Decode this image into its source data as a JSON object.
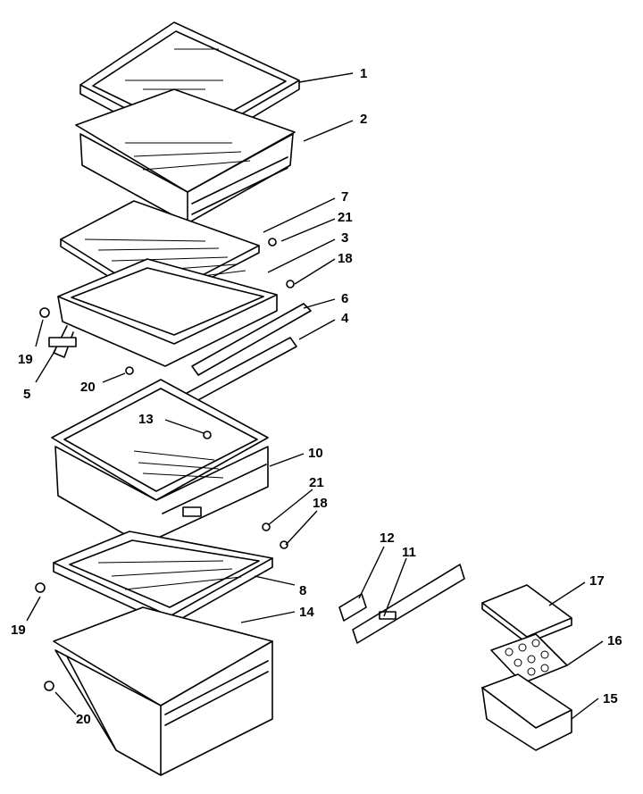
{
  "callouts": {
    "c1": "1",
    "c2": "2",
    "c7": "7",
    "c21a": "21",
    "c3": "3",
    "c18a": "18",
    "c6": "6",
    "c4": "4",
    "c19a": "19",
    "c5": "5",
    "c20a": "20",
    "c13": "13",
    "c10": "10",
    "c21b": "21",
    "c18b": "18",
    "c12": "12",
    "c11": "11",
    "c17": "17",
    "c8": "8",
    "c19b": "19",
    "c14": "14",
    "c16": "16",
    "c20b": "20",
    "c15": "15"
  },
  "parts": [
    {
      "id": "1",
      "part": "glass-shelf-cover"
    },
    {
      "id": "2",
      "part": "upper-crisper-pan"
    },
    {
      "id": "3",
      "part": "shelf-frame"
    },
    {
      "id": "4",
      "part": "rail"
    },
    {
      "id": "5",
      "part": "shelf-support"
    },
    {
      "id": "6",
      "part": "rail"
    },
    {
      "id": "7",
      "part": "glass-shelf"
    },
    {
      "id": "8",
      "part": "crisper-cover-frame"
    },
    {
      "id": "10",
      "part": "meat-pan"
    },
    {
      "id": "11",
      "part": "control-bracket"
    },
    {
      "id": "12",
      "part": "control-slide"
    },
    {
      "id": "13",
      "part": "screw"
    },
    {
      "id": "14",
      "part": "crisper-pan"
    },
    {
      "id": "15",
      "part": "egg-container"
    },
    {
      "id": "16",
      "part": "egg-tray"
    },
    {
      "id": "17",
      "part": "egg-container-lid"
    },
    {
      "id": "18",
      "part": "clip"
    },
    {
      "id": "19",
      "part": "screw"
    },
    {
      "id": "20",
      "part": "screw"
    },
    {
      "id": "21",
      "part": "fastener"
    }
  ]
}
